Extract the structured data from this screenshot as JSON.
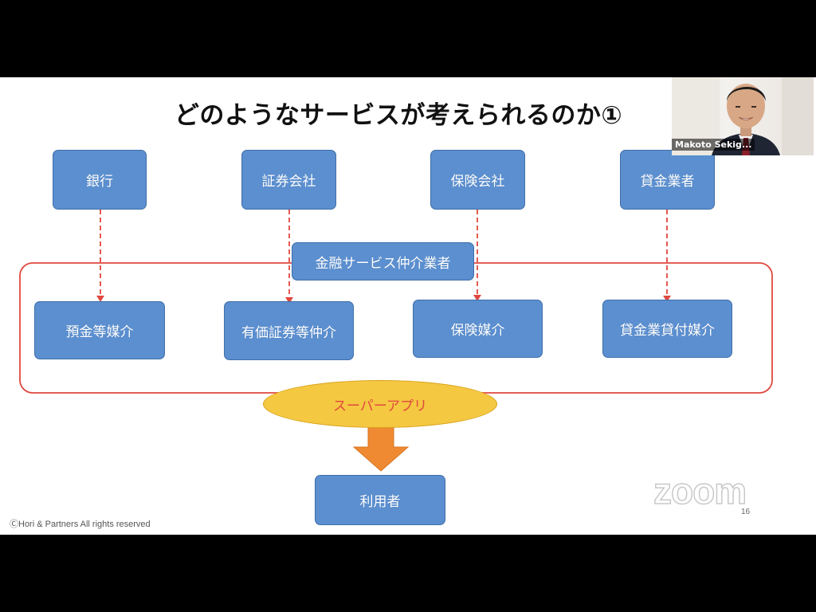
{
  "slide": {
    "title": "どのようなサービスが考えられるのか①",
    "providers": [
      {
        "id": "bank",
        "label": "銀行"
      },
      {
        "id": "securities",
        "label": "証券会社"
      },
      {
        "id": "insurance",
        "label": "保険会社"
      },
      {
        "id": "lender",
        "label": "貸金業者"
      }
    ],
    "intermediary_label": "金融サービス仲介業者",
    "services": [
      {
        "id": "deposit",
        "label": "預金等媒介"
      },
      {
        "id": "securities-brokerage",
        "label": "有価証券等仲介"
      },
      {
        "id": "insurance-brokerage",
        "label": "保険媒介"
      },
      {
        "id": "loan-brokerage",
        "label": "貸金業貸付媒介"
      }
    ],
    "super_app_label": "スーパーアプリ",
    "user_label": "利用者",
    "copyright": "ⒸHori & Partners All rights reserved",
    "page_number": "16"
  },
  "video": {
    "participant_name": "Makoto Sekig..."
  },
  "watermark": "zoom",
  "colors": {
    "box_fill": "#5b8fd0",
    "frame_red": "#e0483e",
    "ellipse_fill": "#f5c842",
    "arrow_orange": "#ef8a33"
  }
}
